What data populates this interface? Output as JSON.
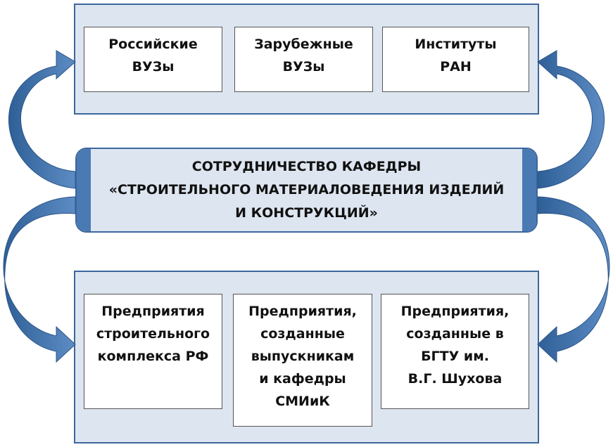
{
  "top_group": {
    "boxes": [
      {
        "lines": [
          "Российские",
          "ВУЗы"
        ]
      },
      {
        "lines": [
          "Зарубежные",
          "ВУЗы"
        ]
      },
      {
        "lines": [
          "Институты",
          "РАН"
        ]
      }
    ]
  },
  "center": {
    "lines": [
      "СОТРУДНИЧЕСТВО КАФЕДРЫ",
      "«СТРОИТЕЛЬНОГО МАТЕРИАЛОВЕДЕНИЯ ИЗДЕЛИЙ",
      "И КОНСТРУКЦИЙ»"
    ]
  },
  "bottom_group": {
    "boxes": [
      {
        "lines": [
          "Предприятия",
          "строительного",
          "комплекса РФ"
        ]
      },
      {
        "lines": [
          "Предприятия,",
          "созданные",
          "выпускникам",
          "и кафедры",
          "СМИиК"
        ]
      },
      {
        "lines": [
          "Предприятия,",
          "созданные в",
          "БГТУ им.",
          "В.Г. Шухова"
        ]
      }
    ]
  },
  "colors": {
    "arrow": "#3b6ea6",
    "panel": "#dde5f0",
    "border": "#3d679d"
  }
}
